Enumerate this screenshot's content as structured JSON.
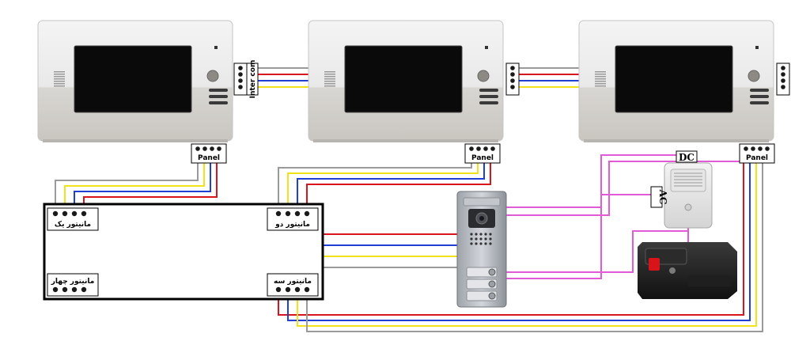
{
  "title": "",
  "colors": {
    "red": "#d8141c",
    "blue": "#1f3fd6",
    "yellow": "#f2e21a",
    "gray": "#9a9a9a",
    "pink": "#e25bd6",
    "black": "#000000"
  },
  "monitors": [
    {
      "id": "monitor-1",
      "port_label": "Panel",
      "intercom_label": "Inter com"
    },
    {
      "id": "monitor-2",
      "port_label": "Panel",
      "intercom_label": ""
    },
    {
      "id": "monitor-3",
      "port_label": "Panel",
      "intercom_label": ""
    }
  ],
  "distributor": {
    "ports": [
      {
        "label": "مانیتور یک"
      },
      {
        "label": "مانیتور دو"
      },
      {
        "label": "مانیتور چهار"
      },
      {
        "label": "مانیتور سه"
      }
    ]
  },
  "power": {
    "dc_label": "DC",
    "ac_label": "AC"
  },
  "icons": [
    "door-panel-icon",
    "power-supply-icon",
    "electric-lock-icon",
    "monitor-screen-icon",
    "speaker-grill-icon"
  ]
}
